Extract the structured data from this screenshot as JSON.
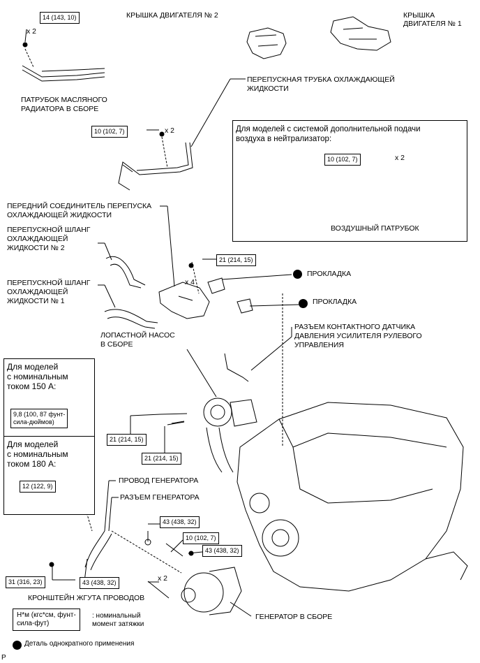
{
  "labels": {
    "engine_cover_2": "КРЫШКА ДВИГАТЕЛЯ № 2",
    "engine_cover_1_line1": "КРЫШКА",
    "engine_cover_1_line2": "ДВИГАТЕЛЯ № 1",
    "oil_cooler_line1": "ПАТРУБОК МАСЛЯНОГО",
    "oil_cooler_line2": "РАДИАТОРА В СБОРЕ",
    "bypass_pipe_line1": "ПЕРЕПУСКНАЯ ТРУБКА ОХЛАЖДАЮЩЕЙ",
    "bypass_pipe_line2": "ЖИДКОСТИ",
    "air_box_title_line1": "Для моделей с системой дополнительной подачи",
    "air_box_title_line2": "воздуха в нейтрализатор:",
    "air_pipe": "ВОЗДУШНЫЙ ПАТРУБОК",
    "front_connector_line1": "ПЕРЕДНИЙ СОЕДИНИТЕЛЬ ПЕРЕПУСКА",
    "front_connector_line2": "ОХЛАЖДАЮЩЕЙ ЖИДКОСТИ",
    "hose2_line1": "ПЕРЕПУСКНОЙ ШЛАНГ",
    "hose2_line2": "ОХЛАЖДАЮЩЕЙ",
    "hose2_line3": "ЖИДКОСТИ № 2",
    "hose1_line1": "ПЕРЕПУСКНОЙ ШЛАНГ",
    "hose1_line2": "ОХЛАЖДАЮЩЕЙ",
    "hose1_line3": "ЖИДКОСТИ № 1",
    "gasket_a": "ПРОКЛАДКА",
    "gasket_b": "ПРОКЛАДКА",
    "vane_pump_line1": "ЛОПАСТНОЙ НАСОС",
    "vane_pump_line2": "В СБОРЕ",
    "ps_connector_line1": "РАЗЪЕМ КОНТАКТНОГО ДАТЧИКА",
    "ps_connector_line2": "ДАВЛЕНИЯ УСИЛИТЕЛЯ РУЛЕВОГО",
    "ps_connector_line3": "УПРАВЛЕНИЯ",
    "box150_line1": "Для моделей",
    "box150_line2": "с номинальным",
    "box150_line3": "током 150 A:",
    "box180_line1": "Для моделей",
    "box180_line2": "с номинальным",
    "box180_line3": "током 180 A:",
    "gen_wire": "ПРОВОД ГЕНЕРАТОРА",
    "gen_connector": "РАЗЪЕМ ГЕНЕРАТОРА",
    "harness_bracket": "КРОНШТЕЙН ЖГУТА ПРОВОДОВ",
    "generator": "ГЕНЕРАТОР В СБОРЕ"
  },
  "torques": {
    "t_oil_cooler": "14 (143, 10)",
    "t_bypass_pipe": "10 (102, 7)",
    "t_air_pipe": "10 (102, 7)",
    "t_connector_nut": "21 (214, 15)",
    "t_pump_bolt_a": "21 (214, 15)",
    "t_pump_bolt_b": "21 (214, 15)",
    "t_box150_line1": "9,8 (100, 87 фунт-",
    "t_box150_line2": "сила-дюймов)",
    "t_box180": "12 (122, 9)",
    "t_gen_nut": "43 (438, 32)",
    "t_gen_stud": "10 (102, 7)",
    "t_gen_bolt_a": "43 (438, 32)",
    "t_bracket_bolt": "31 (316, 23)",
    "t_gen_bolt_b": "43 (438, 32)"
  },
  "quantities": {
    "q_oil_cooler": "x 2",
    "q_bypass_pipe": "x 2",
    "q_air_pipe": "x 2",
    "q_connector_nut": "x 4",
    "q_gen_bolt": "x 2"
  },
  "legend": {
    "unit_line1": "Н*м (кгс*см, фунт-",
    "unit_line2": "сила-фут)",
    "unit_desc_line1": ": номинальный",
    "unit_desc_line2": "момент затяжки",
    "non_reusable": "Деталь однократного применения"
  },
  "corner_mark": "P"
}
